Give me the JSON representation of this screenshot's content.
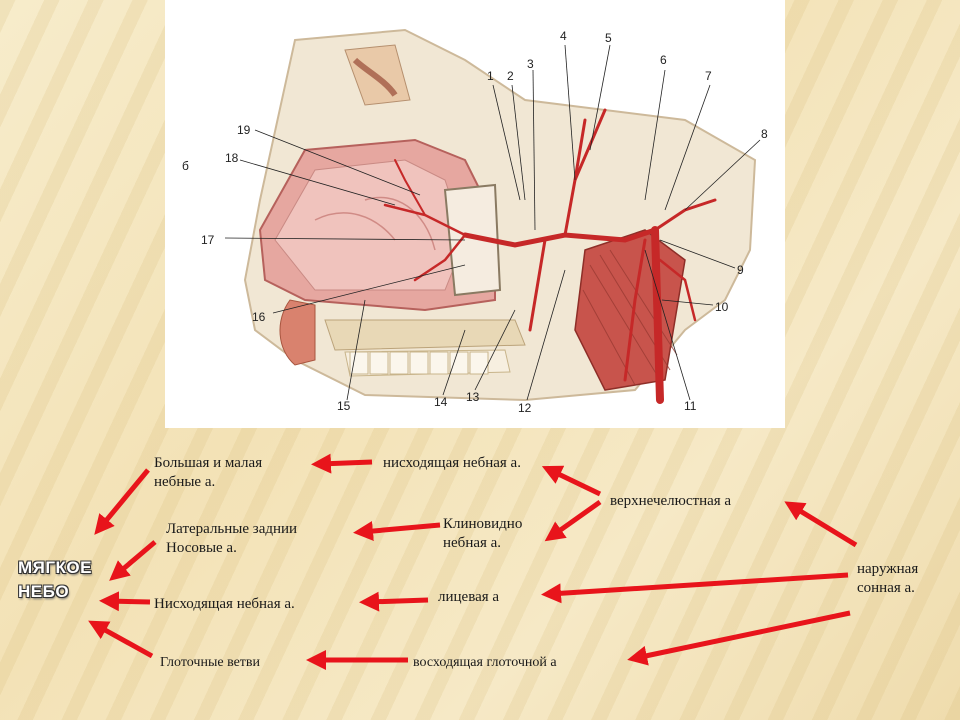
{
  "figure": {
    "panel_letter": "б",
    "numbers": [
      "1",
      "2",
      "3",
      "4",
      "5",
      "6",
      "7",
      "8",
      "9",
      "10",
      "11",
      "12",
      "13",
      "14",
      "15",
      "16",
      "17",
      "18",
      "19"
    ]
  },
  "soft_palate": {
    "line1": "МЯГКОЕ",
    "line2": "НЕБО"
  },
  "labels": {
    "greater_lesser_palatine": {
      "line1": "Большая и малая",
      "line2": "небные а."
    },
    "descending_palatine_top": "нисходящая небная а.",
    "maxillary": "верхнечелюстная а",
    "lateral_posterior_nasal": {
      "line1": "Латеральные заднии",
      "line2": "Носовые а."
    },
    "sphenopalatine": {
      "line1": "Клиновидно",
      "line2": "небная а."
    },
    "external_carotid": {
      "line1": "наружная",
      "line2": "сонная а."
    },
    "descending_palatine_bottom": "Нисходящая небная а.",
    "facial": "лицевая а",
    "pharyngeal_branches": "Глоточные ветви",
    "ascending_pharyngeal": "восходящая глоточной а"
  },
  "colors": {
    "arrow": "#e8141b",
    "artery": "#c62828"
  }
}
